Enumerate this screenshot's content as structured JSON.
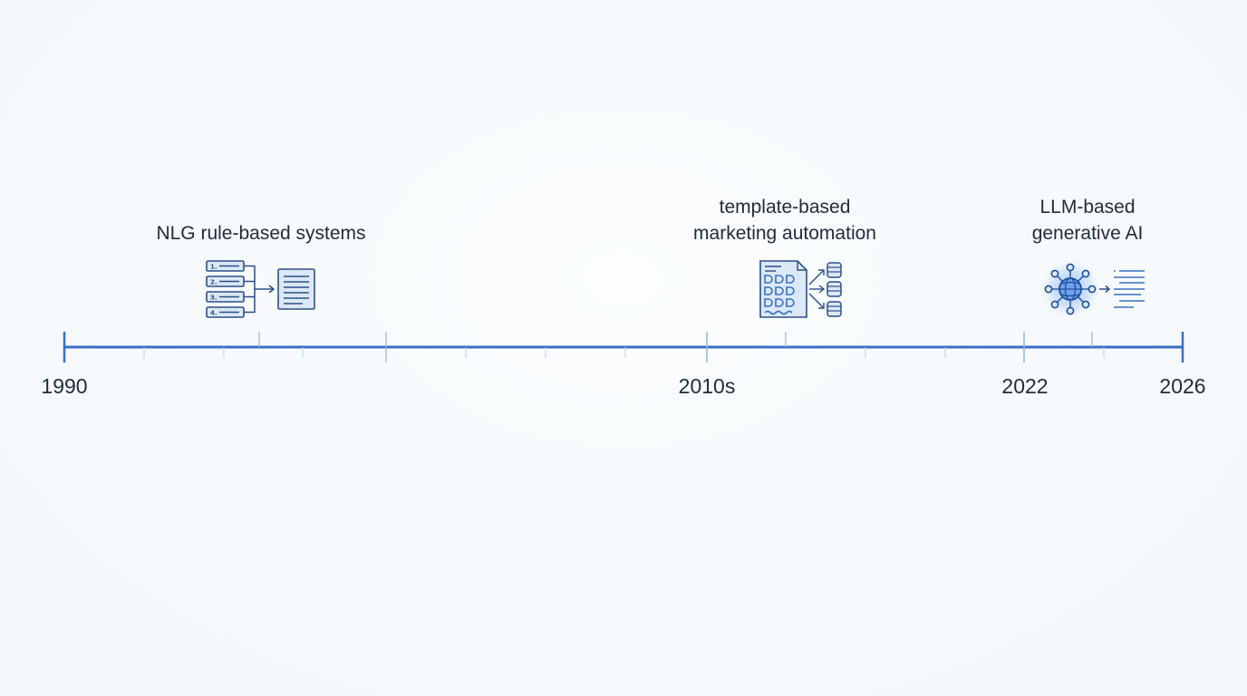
{
  "timeline": {
    "events": [
      {
        "label_line1": "NLG rule-based systems",
        "label_line2": "",
        "icon": "rules-to-document-icon"
      },
      {
        "label_line1": "template-based",
        "label_line2": "marketing automation",
        "icon": "template-to-databases-icon"
      },
      {
        "label_line1": "LLM-based",
        "label_line2": "generative AI",
        "icon": "neural-network-to-text-icon"
      }
    ],
    "years": [
      "1990",
      "2010s",
      "2022",
      "2026"
    ],
    "colors": {
      "axis": "#3a6fc4",
      "tick": "#9bb5d8",
      "icon_stroke": "#2a4f86",
      "icon_fill": "#dbe8f7",
      "glow": "#4f8ef0"
    }
  }
}
